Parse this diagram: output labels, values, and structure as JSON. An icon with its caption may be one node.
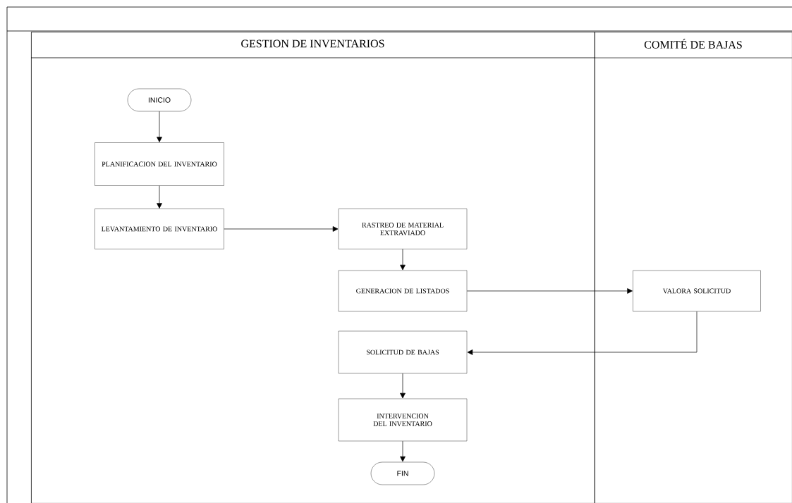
{
  "diagram": {
    "nodes": [
      {
        "text": [
          "GESTION DE INVENTARIOS"
        ]
      },
      {
        "text": [
          "COMITÉ DE BAJAS"
        ]
      },
      {
        "text": [
          "INICIO"
        ],
        "in": 0
      },
      {
        "text": [
          "PLANIFICACION DEL INVENTARIO"
        ],
        "in": 0
      },
      {
        "text": [
          "LEVANTAMIENTO DE INVENTARIO"
        ],
        "in": 0
      },
      {
        "text": [
          "RASTREO DE MATERIAL EXTRAVIADO"
        ],
        "in": 0
      },
      {
        "text": [
          "GENERACION DE LISTADOS"
        ],
        "in": 0
      },
      {
        "text": [
          "VALORA SOLICITUD"
        ],
        "in": 1
      },
      {
        "text": [
          "SOLICITUD DE BAJAS"
        ],
        "in": 0
      },
      {
        "text": [
          "INTERVENCION DEL INVENTARIO"
        ],
        "in": 0
      },
      {
        "text": [
          "FIN"
        ],
        "in": 0
      }
    ],
    "edges": [
      {
        "from": 2,
        "to": 3,
        "arrow": "to"
      },
      {
        "from": 3,
        "to": 4,
        "arrow": "to"
      },
      {
        "from": 4,
        "to": 5,
        "arrow": "to"
      },
      {
        "from": 5,
        "to": 6,
        "arrow": "to"
      },
      {
        "from": 6,
        "to": 7,
        "arrow": "to"
      },
      {
        "from": 7,
        "to": 8,
        "arrow": "to"
      },
      {
        "from": 8,
        "to": 9,
        "arrow": "to"
      },
      {
        "from": 9,
        "to": 10,
        "arrow": "to"
      }
    ]
  }
}
